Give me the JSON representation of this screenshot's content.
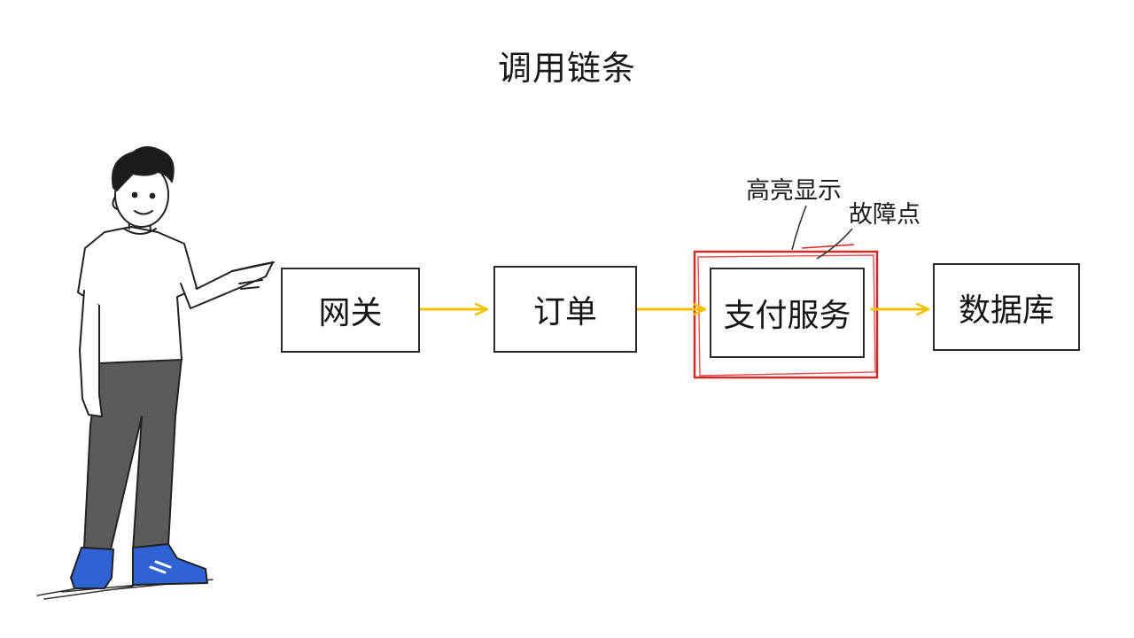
{
  "diagram": {
    "title": "调用链条",
    "nodes": [
      {
        "id": "gateway",
        "label": "网关"
      },
      {
        "id": "order",
        "label": "订单"
      },
      {
        "id": "payment",
        "label": "支付服务",
        "highlighted": true
      },
      {
        "id": "database",
        "label": "数据库"
      }
    ],
    "edges": [
      {
        "from": "gateway",
        "to": "order"
      },
      {
        "from": "order",
        "to": "payment"
      },
      {
        "from": "payment",
        "to": "database"
      }
    ],
    "annotations": {
      "highlight": "高亮显示",
      "fault_point": "故障点"
    }
  },
  "colors": {
    "arrow": "#f2c200",
    "highlight": "#e02424",
    "stroke": "#2b2b2b",
    "shirt": "#ffffff",
    "pants": "#5b5b5b",
    "shoes": "#2f63d4"
  }
}
